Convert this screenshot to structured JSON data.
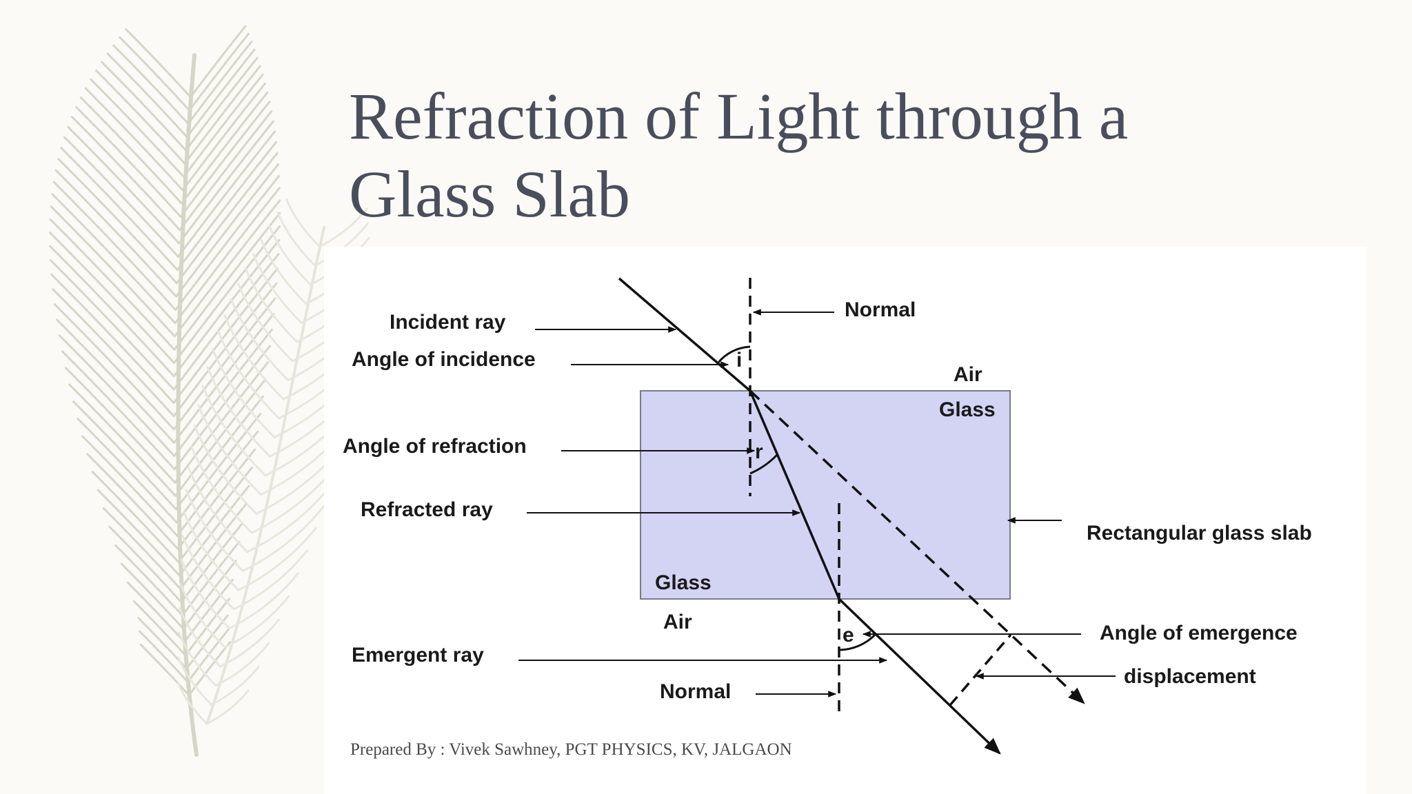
{
  "slide": {
    "title_line1": "Refraction of Light through a",
    "title_line2": "Glass Slab",
    "footer": "Prepared By : Vivek Sawhney, PGT PHYSICS, KV, JALGAON"
  },
  "diagram": {
    "labels": {
      "normal_top": "Normal",
      "incident_ray": "Incident ray",
      "angle_of_incidence": "Angle of incidence",
      "air_top": "Air",
      "glass_top": "Glass",
      "angle_of_refraction": "Angle of refraction",
      "refracted_ray": "Refracted ray",
      "rectangular_glass_slab": "Rectangular glass slab",
      "glass_bottom": "Glass",
      "air_bottom": "Air",
      "angle_of_emergence": "Angle of emergence",
      "emergent_ray": "Emergent ray",
      "displacement": "displacement",
      "normal_bottom": "Normal",
      "angle_i": "i",
      "angle_r": "r",
      "angle_e": "e"
    },
    "colors": {
      "slab_fill": "#d3d3f3",
      "slab_border": "#7a7a8a",
      "ray": "#111111"
    }
  }
}
